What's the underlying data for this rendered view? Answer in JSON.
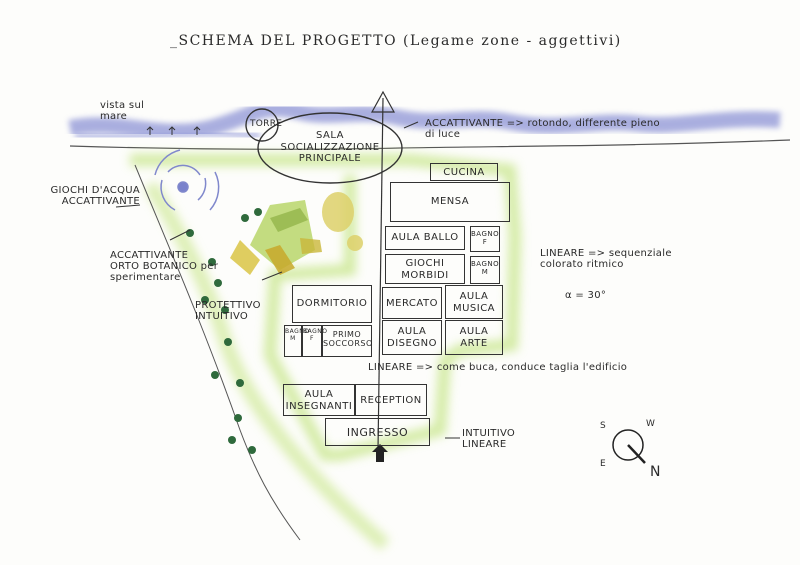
{
  "title": "_SCHEMA DEL PROGETTO (Legame zone - aggettivi)",
  "vista": "vista sul mare",
  "accattivante_right": "ACCATTIVANTE => rotondo, differente pieno di luce",
  "torre": "TORRE",
  "sala": "SALA SOCIALIZZAZIONE PRINCIPALE",
  "giochi_acqua": "GIOCHI D'ACQUA ACCATTIVANTE",
  "orto": "ACCATTIVANTE ORTO BOTANICO per sperimentare",
  "protettivo": "PROTETTIVO INTUITIVO",
  "rooms": {
    "cucina": "CUCINA",
    "mensa": "MENSA",
    "aula_ballo": "AULA BALLO",
    "bagno_f": "BAGNO F",
    "giochi_morbidi": "GIOCHI MORBIDI",
    "bagno_m": "BAGNO M",
    "dormitorio": "DORMITORIO",
    "mercato": "MERCATO",
    "aula_musica": "AULA MUSICA",
    "bagno_m2": "BAGNO M",
    "bagno_f2": "BAGNO F",
    "primo_soccorso": "PRIMO SOCCORSO",
    "aula_disegno": "AULA DISEGNO",
    "aula_arte": "AULA ARTE",
    "aula_insegnanti": "AULA INSEGNANTI",
    "reception": "RECEPTION",
    "ingresso": "INGRESSO"
  },
  "lineare_right": "LINEARE => sequenziale colorato ritmico",
  "angle": "α = 30°",
  "lineare_center": "LINEARE => come buca, conduce taglia l'edificio",
  "intuitivo": "INTUITIVO LINEARE",
  "compass": {
    "s": "S",
    "w": "W",
    "e": "E",
    "n": "N"
  }
}
